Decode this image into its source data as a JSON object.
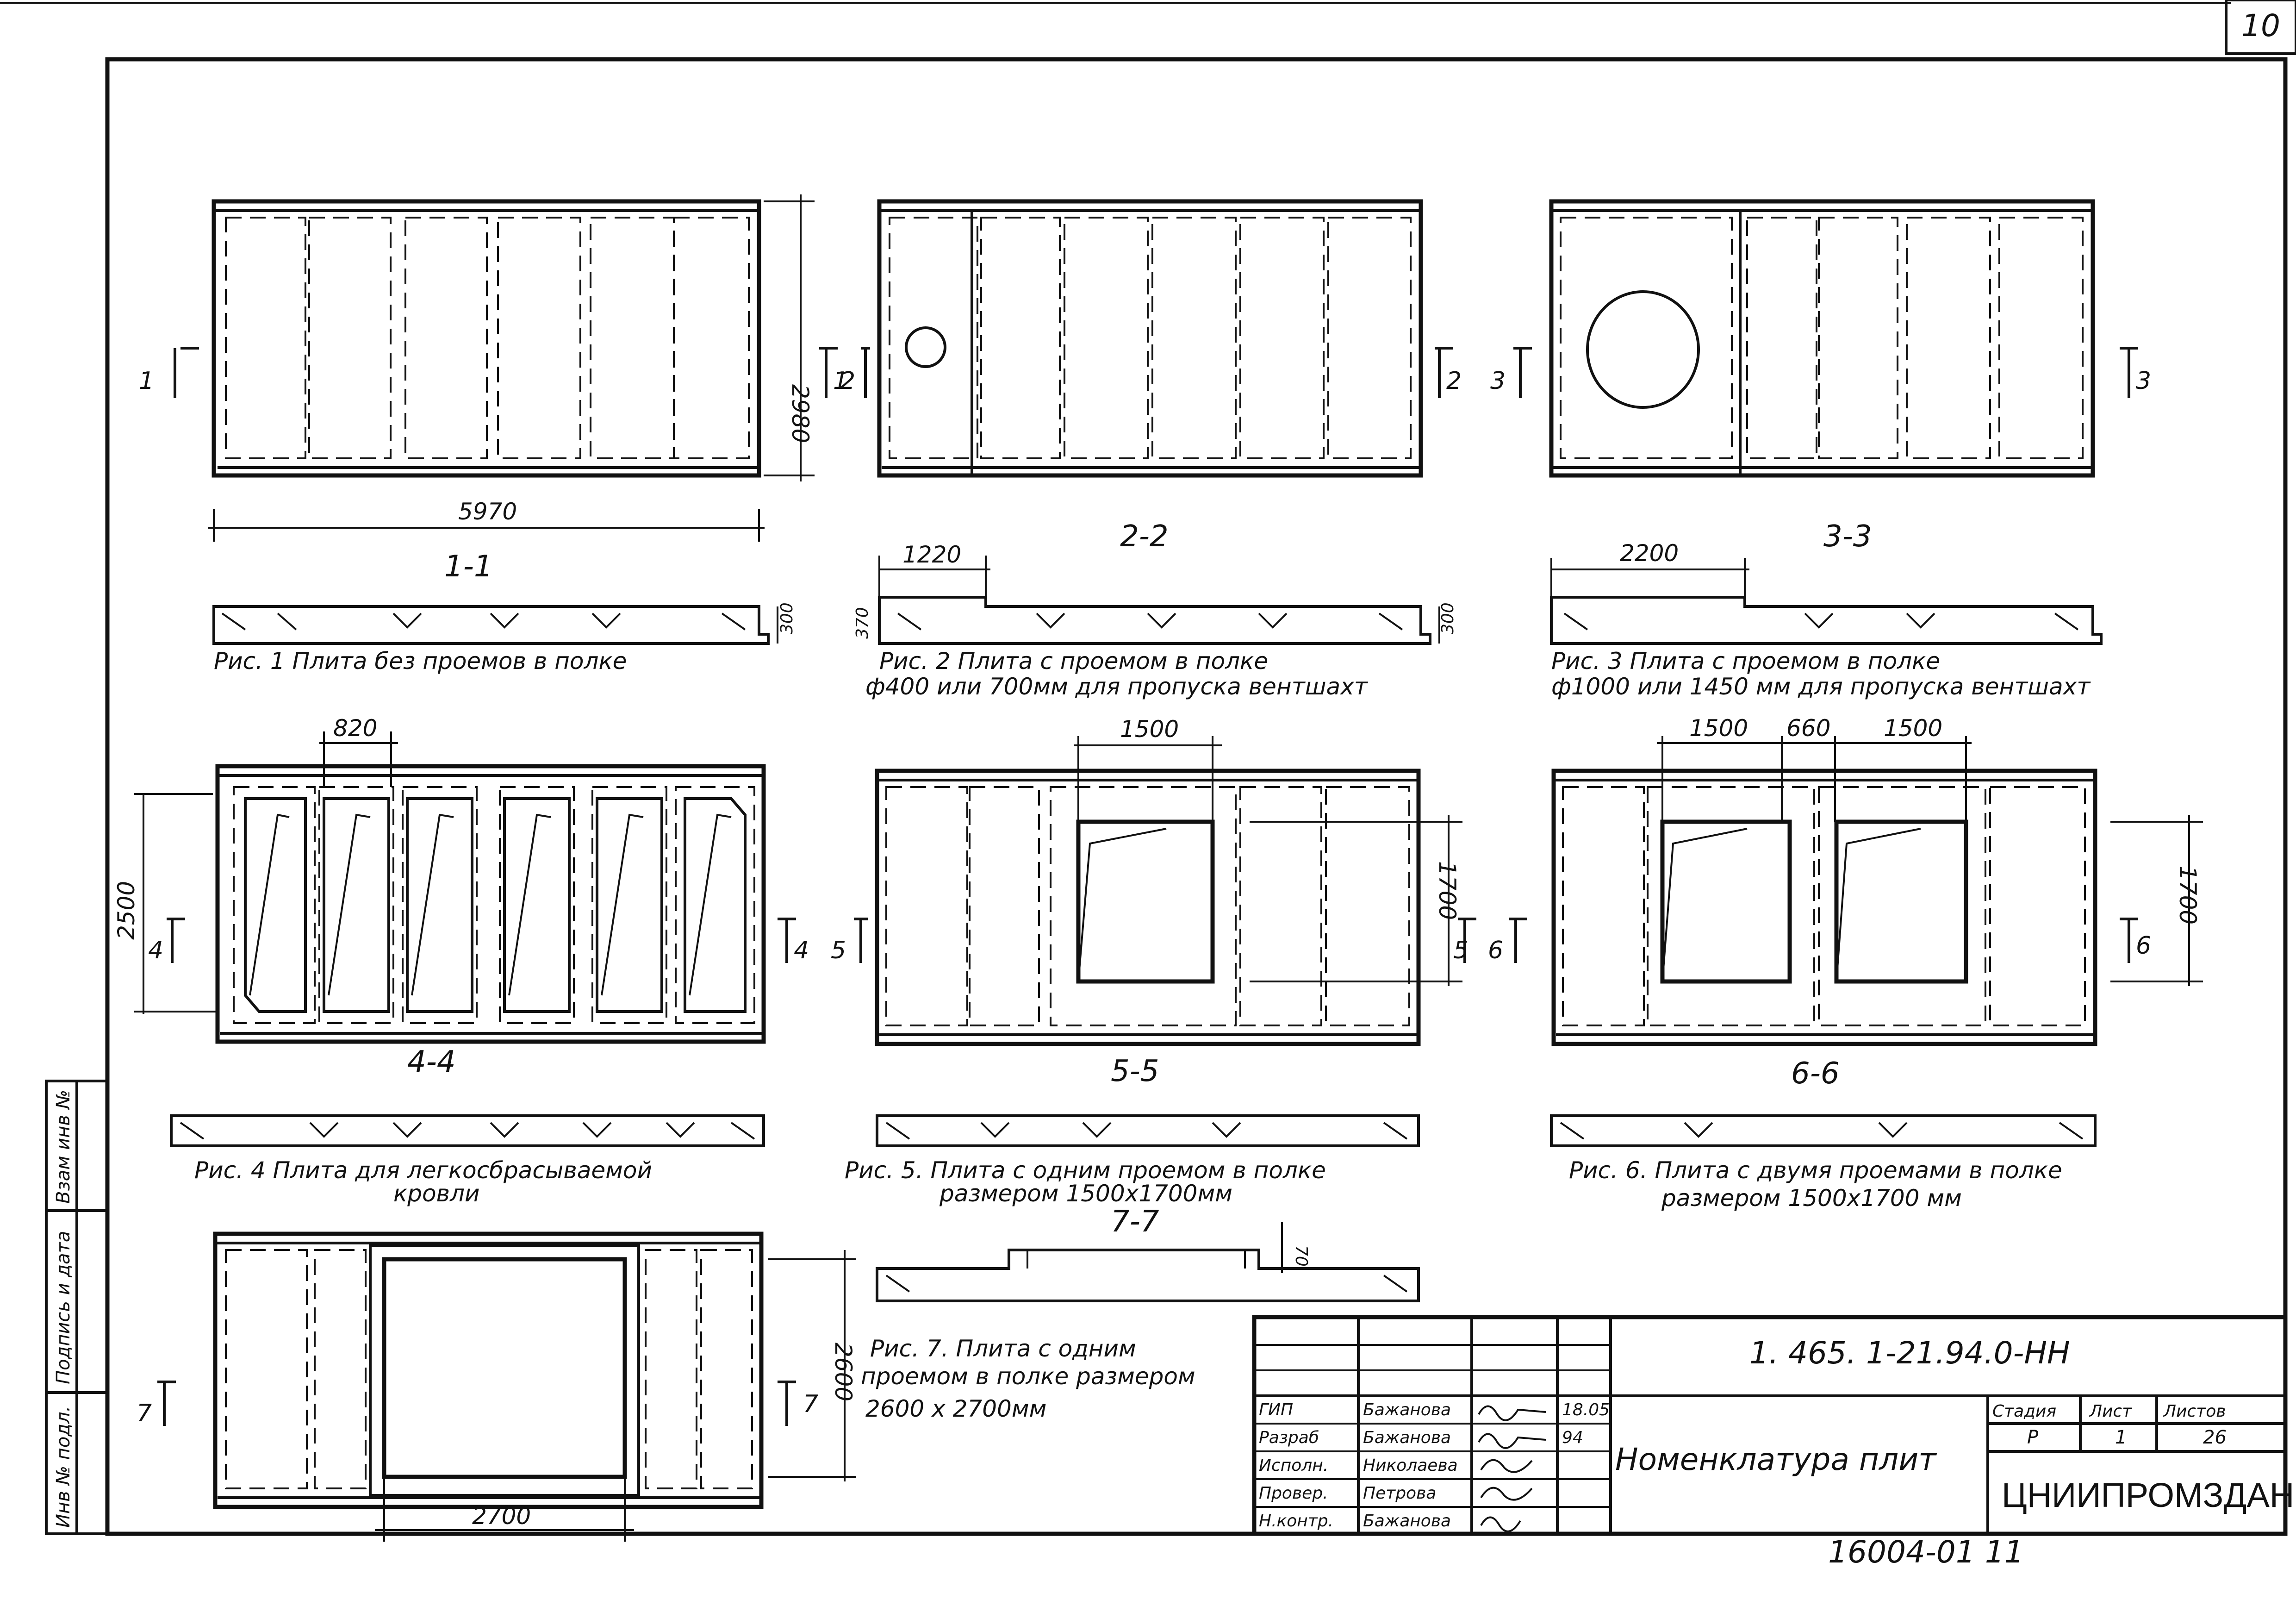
{
  "sheet_corner": "10",
  "side_stamp": {
    "fields": [
      "Инв № подл.",
      "Подпись и дата",
      "Взам инв №"
    ]
  },
  "figures": [
    {
      "section": "1-1",
      "caption": [
        "Рис. 1  Плита без проемов в полке"
      ],
      "dims": {
        "length": "5970",
        "width": "2980",
        "rib": "300"
      },
      "marker": "1"
    },
    {
      "section": "2-2",
      "caption": [
        "Рис. 2  Плита с проемом в полке",
        "ф400 или 700мм для пропуска вентшахт"
      ],
      "dims": {
        "offset": "1220",
        "rib_left": "370",
        "rib": "300"
      },
      "marker": "2"
    },
    {
      "section": "3-3",
      "caption": [
        "Рис. 3 Плита с проемом в полке",
        "ф1000 или 1450 мм для пропуска вентшахт"
      ],
      "dims": {
        "offset": "2200"
      },
      "marker": "3"
    },
    {
      "section": "4-4",
      "caption": [
        "Рис. 4 Плита для легкосбрасываемой",
        "кровли"
      ],
      "dims": {
        "slot": "820",
        "width": "2500"
      },
      "marker": "4"
    },
    {
      "section": "5-5",
      "caption": [
        "Рис. 5. Плита с одним проемом в полке",
        "размером 1500х1700мм"
      ],
      "dims": {
        "opening_w": "1500",
        "opening_h": "1700"
      },
      "marker": "5"
    },
    {
      "section": "6-6",
      "caption": [
        "Рис. 6. Плита с двумя проемами в полке",
        "размером 1500х1700 мм"
      ],
      "dims": {
        "opening_a": "1500",
        "gap": "660",
        "opening_b": "1500",
        "opening_h": "1700"
      },
      "marker": "6"
    },
    {
      "section": "7-7",
      "caption": [
        "Рис. 7. Плита с одним",
        "проемом в полке размером",
        "2600 х 2700мм"
      ],
      "dims": {
        "opening_w": "2700",
        "width": "2600",
        "step": "70"
      },
      "marker": "7"
    }
  ],
  "title_block": {
    "code": "1. 465. 1-21.94.0-НН",
    "title": "Номенклатура плит",
    "roles": [
      {
        "role": "ГИП",
        "name": "Бажанова",
        "date": "18.05"
      },
      {
        "role": "Разраб",
        "name": "Бажанова",
        "date": "94"
      },
      {
        "role": "Исполн.",
        "name": "Николаева",
        "date": ""
      },
      {
        "role": "Провер.",
        "name": "Петрова",
        "date": ""
      },
      {
        "role": "Н.контр.",
        "name": "Бажанова",
        "date": ""
      }
    ],
    "headers": {
      "stage": "Стадия",
      "sheet": "Лист",
      "sheets": "Листов"
    },
    "values": {
      "stage": "Р",
      "sheet": "1",
      "sheets": "26"
    },
    "organization": "ЦНИИПРОМЗДАНИЙ"
  },
  "bottom_code": "16004-01   11"
}
